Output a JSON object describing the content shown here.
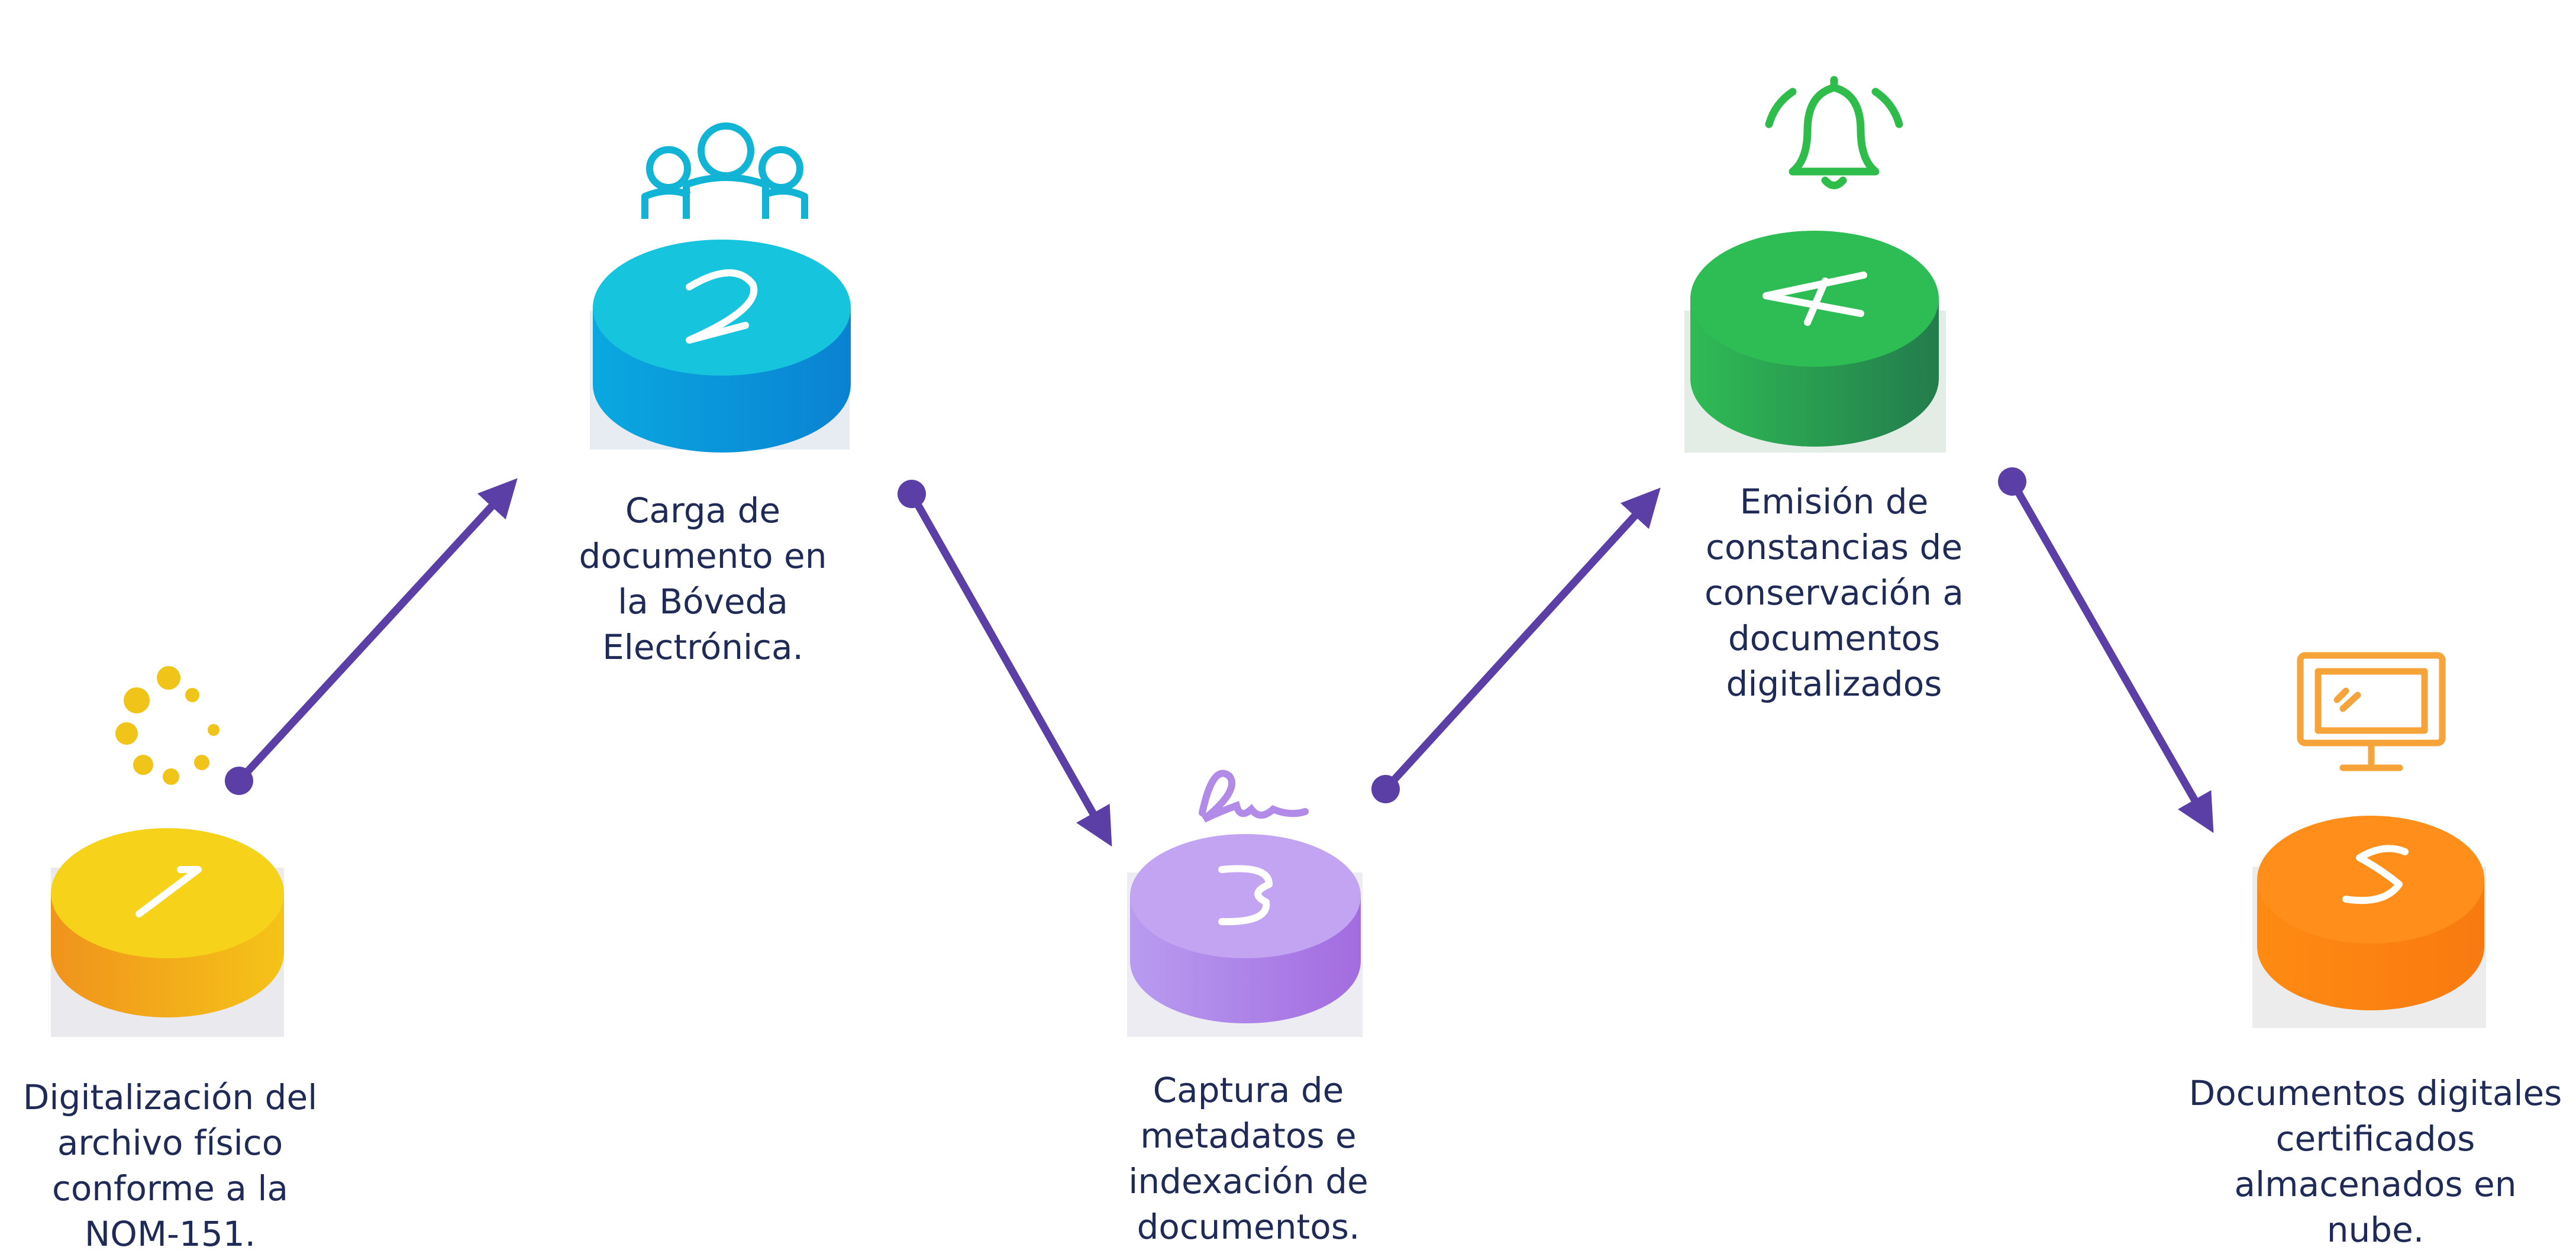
{
  "colors": {
    "arrow": "#5b3fa6",
    "text": "#1f2a57",
    "icon_team": "#12b4d6",
    "icon_bell": "#2ebd4a",
    "icon_signature": "#b28be8",
    "icon_loader": "#f0c419",
    "icon_monitor": "#f6a33a"
  },
  "steps": [
    {
      "number": "1",
      "icon": "loading-dots-icon",
      "color_top": "#f7d21a",
      "color_side": "#f0a21c",
      "label_lines": [
        "Digitalización  del",
        "archivo físico",
        "conforme a la",
        "NOM-151."
      ]
    },
    {
      "number": "2",
      "icon": "team-icon",
      "color_top": "#16c4dd",
      "color_side": "#0a8fd8",
      "label_lines": [
        "Carga de",
        "documento en",
        "la Bóveda",
        "Electrónica."
      ]
    },
    {
      "number": "3",
      "icon": "signature-icon",
      "color_top": "#c3a4f2",
      "color_side": "#a77ee6",
      "label_lines": [
        "Captura de",
        "metadatos e",
        "indexación de",
        "documentos."
      ]
    },
    {
      "number": "4",
      "icon": "bell-icon",
      "color_top": "#2ebd55",
      "color_side": "#1f8e4b",
      "label_lines": [
        "Emisión de",
        "constancias de",
        "conservación a",
        "documentos",
        "digitalizados"
      ]
    },
    {
      "number": "5",
      "icon": "monitor-icon",
      "color_top": "#ff8f1a",
      "color_side": "#f16a12",
      "label_lines": [
        "Documentos digitales",
        "certificados",
        "almacenados en",
        "nube."
      ]
    }
  ]
}
